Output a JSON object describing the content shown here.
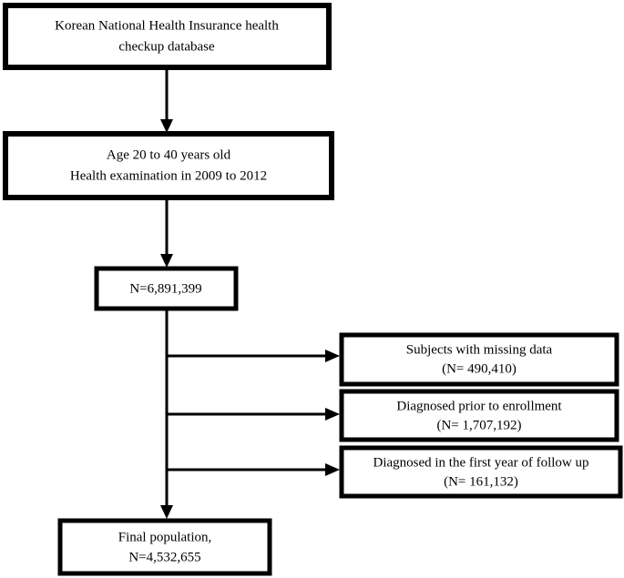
{
  "figure": {
    "type": "flowchart",
    "orientation": "top-to-bottom with right-side exclusion branches",
    "background_color": "#ffffff",
    "line_color": "#000000",
    "text_color": "#000000",
    "box_fill": "#ffffff"
  },
  "nodes": {
    "source": {
      "line1": "Korean National Health Insurance health",
      "line2": "checkup database"
    },
    "criteria": {
      "line1": "Age 20 to 40 years old",
      "line2": "Health examination in 2009 to 2012"
    },
    "eligible": {
      "line1": "N=6,891,399"
    },
    "exclusion1": {
      "line1": "Subjects with missing data",
      "line2": "(N= 490,410)"
    },
    "exclusion2": {
      "line1": "Diagnosed prior to enrollment",
      "line2": "(N= 1,707,192)"
    },
    "exclusion3": {
      "line1": "Diagnosed in the first year of follow up",
      "line2": "(N= 161,132)"
    },
    "final": {
      "line1": "Final population,",
      "line2": "N=4,532,655"
    }
  },
  "chart_data": {
    "type": "flowchart",
    "title": "",
    "steps": [
      {
        "id": "source",
        "label": "Korean National Health Insurance health checkup database",
        "n": null
      },
      {
        "id": "criteria",
        "label": "Age 20 to 40 years old; Health examination in 2009 to 2012",
        "n": null
      },
      {
        "id": "eligible",
        "label": "N=6,891,399",
        "n": 6891399
      },
      {
        "id": "final",
        "label": "Final population, N=4,532,655",
        "n": 4532655
      }
    ],
    "exclusions": [
      {
        "id": "exclusion1",
        "label": "Subjects with missing data",
        "n": 490410
      },
      {
        "id": "exclusion2",
        "label": "Diagnosed prior to enrollment",
        "n": 1707192
      },
      {
        "id": "exclusion3",
        "label": "Diagnosed in the first year of follow up",
        "n": 161132
      }
    ]
  }
}
